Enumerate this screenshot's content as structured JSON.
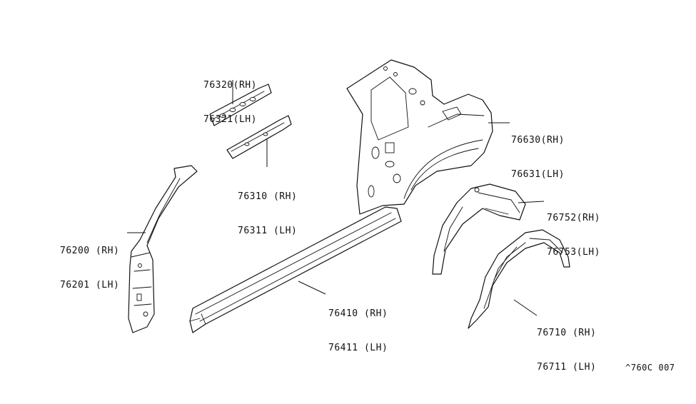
{
  "callouts": {
    "c76320": {
      "l1": "76320(RH)",
      "l2": "76321(LH)"
    },
    "c76310": {
      "l1": "76310 (RH)",
      "l2": "76311 (LH)"
    },
    "c76630": {
      "l1": "76630(RH)",
      "l2": "76631(LH)"
    },
    "c76752": {
      "l1": "76752(RH)",
      "l2": "76753(LH)"
    },
    "c76200": {
      "l1": "76200 (RH)",
      "l2": "76201 (LH)"
    },
    "c76410": {
      "l1": "76410 (RH)",
      "l2": "76411 (LH)"
    },
    "c76710": {
      "l1": "76710 (RH)",
      "l2": "76711 (LH)"
    }
  },
  "reference_code": "^760C 007"
}
